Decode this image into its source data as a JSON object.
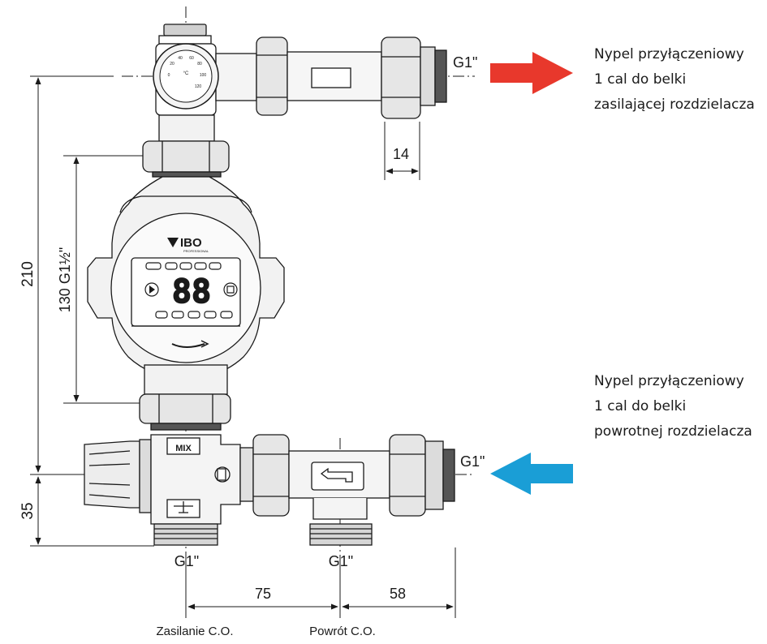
{
  "brand": {
    "logo_text": "IBO",
    "logo_sub": "PROFESSIONAL"
  },
  "display": {
    "digits": "88"
  },
  "thermometer": {
    "unit": "°C",
    "scale": [
      "20",
      "40",
      "60",
      "80",
      "100",
      "120",
      "0"
    ]
  },
  "valve": {
    "mix_label": "MIX"
  },
  "dimensions": {
    "height_total": "210",
    "pump_length": "130 G1½\"",
    "lower_height": "35",
    "nut_width": "14",
    "spacing_left": "75",
    "spacing_right": "58"
  },
  "threads": {
    "supply_out": "G1\"",
    "return_in": "G1\"",
    "bottom_supply": "G1\"",
    "bottom_return": "G1\""
  },
  "bottom_labels": {
    "supply": "Zasilanie C.O.",
    "return": "Powrót C.O."
  },
  "notes": {
    "supply": [
      "Nypel przyłączeniowy",
      "1 cal do belki",
      "zasilającej rozdzielacza"
    ],
    "return": [
      "Nypel przyłączeniowy",
      "1 cal do belki",
      "powrotnej rozdzielacza"
    ]
  },
  "colors": {
    "supply_arrow": "#e8382c",
    "return_arrow": "#1a9ed6",
    "line": "#1a1a1a"
  }
}
